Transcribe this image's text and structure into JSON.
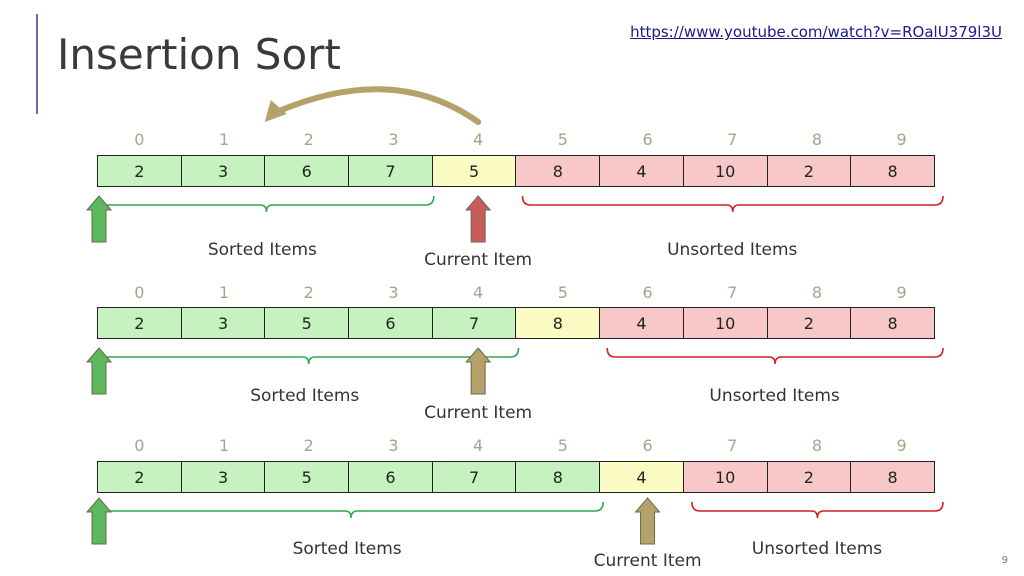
{
  "slide": {
    "title": "Insertion Sort",
    "link": "https://www.youtube.com/watch?v=ROalU379l3U",
    "page_number": "9"
  },
  "colors": {
    "sorted_fill": "#c6f2c0",
    "current_fill": "#fbfbc4",
    "unsorted_fill": "#f8c8c8",
    "sorted_brace": "#2fa84f",
    "unsorted_brace": "#d02020",
    "arrow_green": "#5cb85c",
    "arrow_tan": "#b5a26b"
  },
  "indices": [
    "0",
    "1",
    "2",
    "3",
    "4",
    "5",
    "6",
    "7",
    "8",
    "9"
  ],
  "rows": [
    {
      "values": [
        "2",
        "3",
        "6",
        "7",
        "5",
        "8",
        "4",
        "10",
        "2",
        "8"
      ],
      "states": [
        "sorted",
        "sorted",
        "sorted",
        "sorted",
        "current",
        "unsorted",
        "unsorted",
        "unsorted",
        "unsorted",
        "unsorted"
      ],
      "sorted_label": "Sorted Items",
      "current_label": "Current Item",
      "unsorted_label": "Unsorted Items"
    },
    {
      "values": [
        "2",
        "3",
        "5",
        "6",
        "7",
        "8",
        "4",
        "10",
        "2",
        "8"
      ],
      "states": [
        "sorted",
        "sorted",
        "sorted",
        "sorted",
        "sorted",
        "current",
        "unsorted",
        "unsorted",
        "unsorted",
        "unsorted"
      ],
      "sorted_label": "Sorted Items",
      "current_label": "Current Item",
      "unsorted_label": "Unsorted Items"
    },
    {
      "values": [
        "2",
        "3",
        "5",
        "6",
        "7",
        "8",
        "4",
        "10",
        "2",
        "8"
      ],
      "states": [
        "sorted",
        "sorted",
        "sorted",
        "sorted",
        "sorted",
        "sorted",
        "current",
        "unsorted",
        "unsorted",
        "unsorted"
      ],
      "sorted_label": "Sorted Items",
      "current_label": "Current Item",
      "unsorted_label": "Unsorted Items"
    }
  ]
}
